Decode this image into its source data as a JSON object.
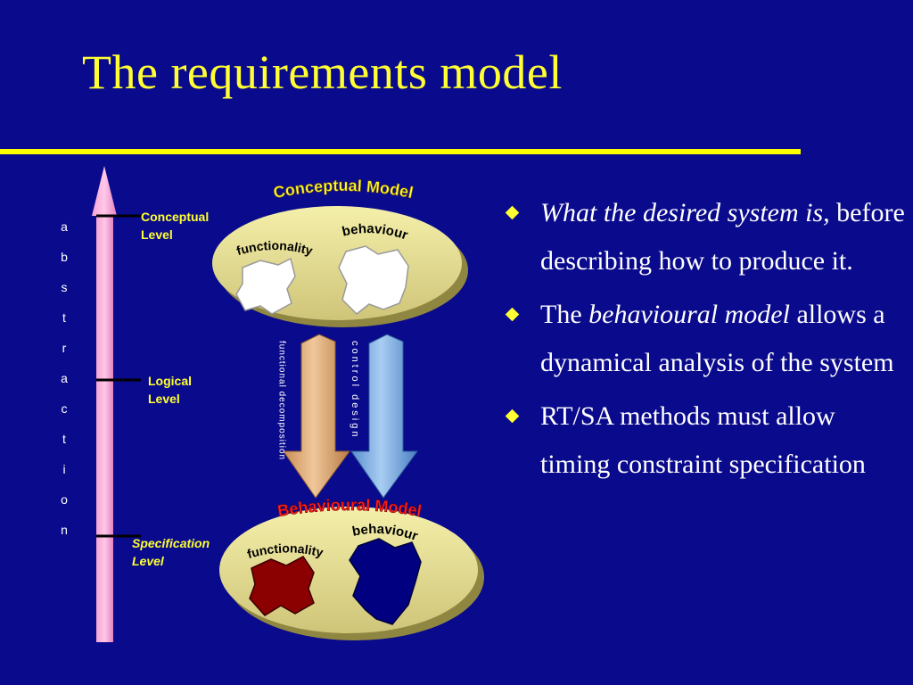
{
  "slide": {
    "title": "The requirements model",
    "colors": {
      "background": "#0a0a8c",
      "title": "#ffff33",
      "rule": "#ffff00",
      "text": "#ffffff"
    }
  },
  "diagram": {
    "abstraction_label": "a b s t r a c t i o n",
    "levels": {
      "conceptual": [
        "Conceptual",
        "Level"
      ],
      "logical": [
        "Logical",
        "Level"
      ],
      "specification": [
        "Specification",
        "Level"
      ]
    },
    "conceptual_model": {
      "title": "Conceptual Model",
      "functionality": "functionality",
      "behaviour": "behaviour"
    },
    "behavioural_model": {
      "title": "Behavioural Model",
      "functionality": "functionality",
      "behaviour": "behaviour"
    },
    "arrows": {
      "functional": "functional decomposition",
      "control": "control design"
    }
  },
  "bullets": [
    {
      "italic": "What the desired system is,",
      "text": " before describing how to produce it."
    },
    {
      "lead": "The ",
      "italic": "behavioural model",
      "text": " allows a dynamical analysis of the system"
    },
    {
      "text": "RT/SA methods must allow timing constraint specification"
    }
  ]
}
